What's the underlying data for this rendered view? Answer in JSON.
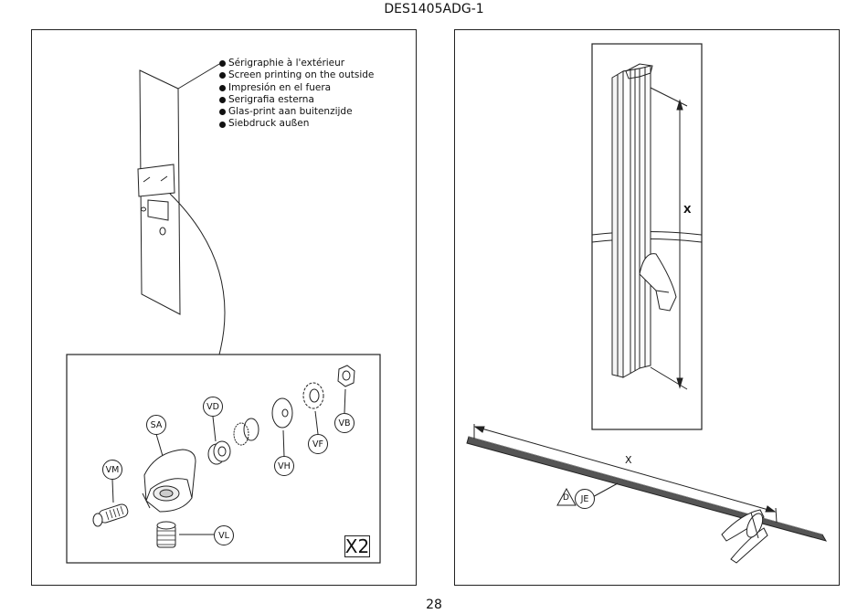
{
  "document": {
    "code": "DES1405ADG-1",
    "page_number": "28"
  },
  "screen_printing": {
    "labels": [
      "Sérigraphie à l'extérieur",
      "Screen printing on the outside",
      "Impresión en el fuera",
      "Serigrafia esterna",
      "Glas-print aan buitenzijde",
      "Siebdruck außen"
    ]
  },
  "parts": {
    "sa": "SA",
    "vd": "VD",
    "vm": "VM",
    "vh": "VH",
    "vf": "VF",
    "vb": "VB",
    "vl": "VL"
  },
  "quantity": "X2",
  "dimensions": {
    "profile_dim": "X",
    "gasket_dim": "X",
    "gasket_marker_d": "D",
    "gasket_code": "JE"
  }
}
